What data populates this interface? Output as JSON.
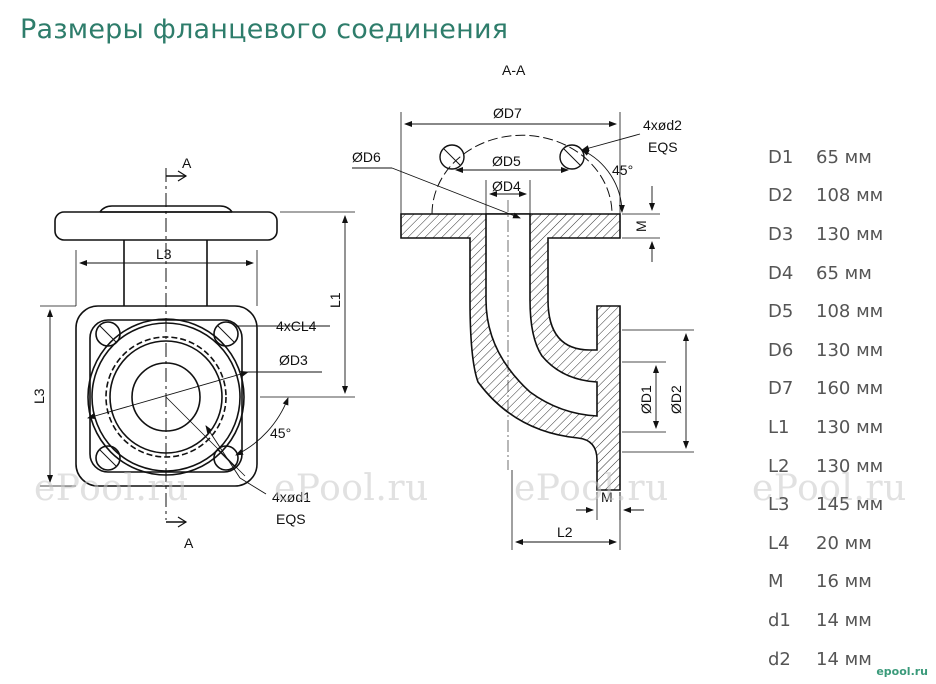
{
  "title": "Размеры фланцевого соединения",
  "drawing": {
    "section_mark": "A",
    "section_title": "A-A",
    "labels": {
      "L3_top": "L3",
      "L3_side": "L3",
      "L1": "L1",
      "cl4": "4xCL4",
      "d3": "ØD3",
      "angle_left": "45°",
      "d1_holes": "4xød1",
      "eqs_left": "EQS",
      "d7": "ØD7",
      "d6": "ØD6",
      "d5": "ØD5",
      "d4": "ØD4",
      "d2_holes": "4xød2",
      "eqs_right": "EQS",
      "angle_right": "45°",
      "m_top": "M",
      "d1": "ØD1",
      "d2": "ØD2",
      "m_bottom": "M",
      "l2": "L2"
    }
  },
  "dimensions": [
    {
      "name": "D1",
      "value": "65 мм"
    },
    {
      "name": "D2",
      "value": "108 мм"
    },
    {
      "name": "D3",
      "value": "130 мм"
    },
    {
      "name": "D4",
      "value": "65 мм"
    },
    {
      "name": "D5",
      "value": "108 мм"
    },
    {
      "name": "D6",
      "value": "130 мм"
    },
    {
      "name": "D7",
      "value": "160 мм"
    },
    {
      "name": "L1",
      "value": "130 мм"
    },
    {
      "name": "L2",
      "value": "130 мм"
    },
    {
      "name": "L3",
      "value": "145 мм"
    },
    {
      "name": "L4",
      "value": "20 мм"
    },
    {
      "name": "M",
      "value": "16 мм"
    },
    {
      "name": "d1",
      "value": "14 мм"
    },
    {
      "name": "d2",
      "value": "14 мм"
    }
  ],
  "watermarks": [
    "ePool.ru",
    "ePool.ru",
    "ePool.ru",
    "ePool.ru"
  ],
  "logo": "epool.ru"
}
